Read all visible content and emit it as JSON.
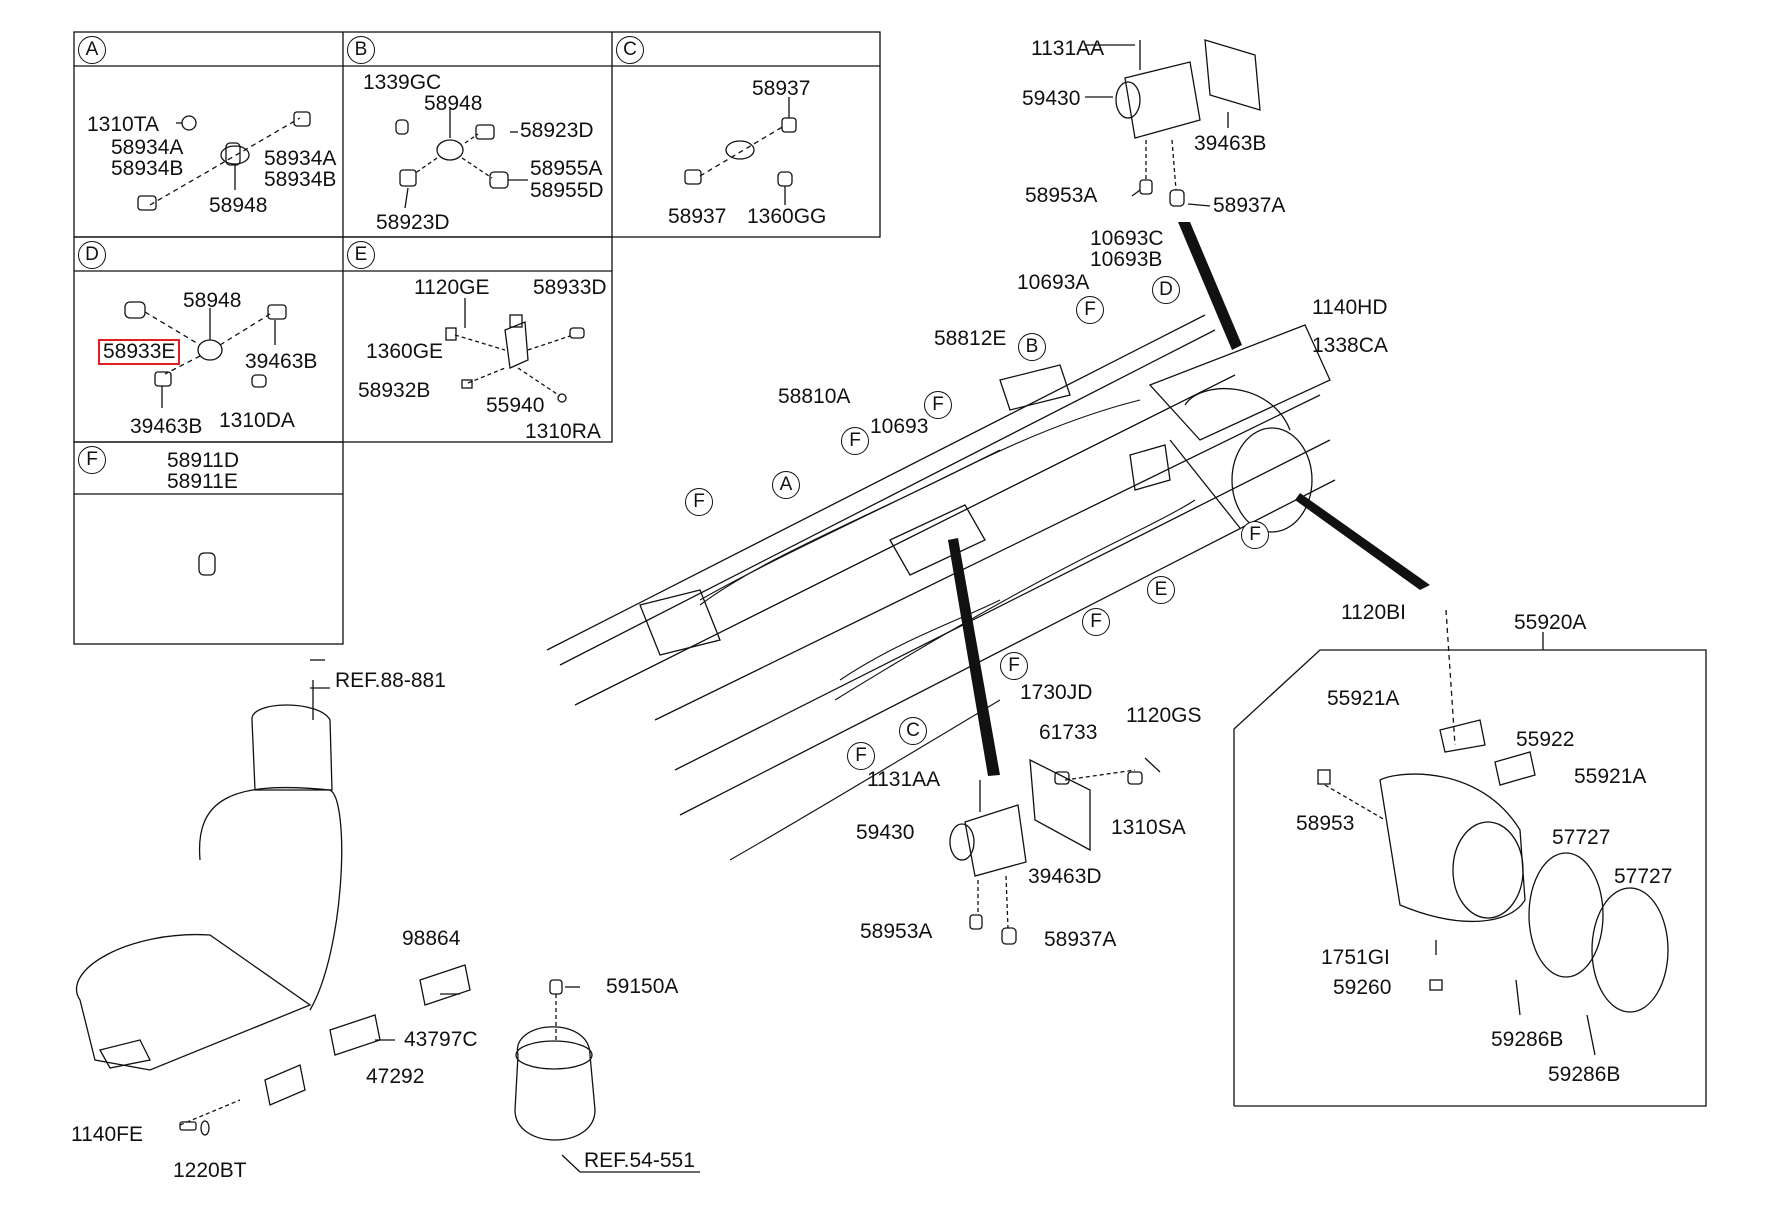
{
  "diagram": {
    "highlighted_part": "58933E",
    "highlight_color": "#e02020",
    "line_color": "#111111",
    "background": "#ffffff"
  },
  "panels": {
    "a": {
      "letter": "A",
      "parts": [
        "1310TA",
        "58934A",
        "58934B",
        "58934A",
        "58934B",
        "58948"
      ]
    },
    "b": {
      "letter": "B",
      "parts": [
        "1339GC",
        "58948",
        "58923D",
        "58955A",
        "58955D",
        "58923D"
      ]
    },
    "c": {
      "letter": "C",
      "parts": [
        "58937",
        "58937",
        "1360GG"
      ]
    },
    "d": {
      "letter": "D",
      "parts": [
        "58948",
        "58933E",
        "39463B",
        "39463B",
        "1310DA"
      ]
    },
    "e": {
      "letter": "E",
      "parts": [
        "1120GE",
        "58933D",
        "1360GE",
        "58932B",
        "55940",
        "1310RA"
      ]
    },
    "f": {
      "letter": "F",
      "parts": [
        "58911D",
        "58911E"
      ]
    }
  },
  "main": {
    "top_valve": [
      "1131AA",
      "59430",
      "39463B",
      "58953A",
      "58937A"
    ],
    "frame": [
      "10693C",
      "10693B",
      "10693A",
      "1140HD",
      "1338CA",
      "58812E",
      "58810A",
      "10693",
      "1730JD"
    ],
    "callouts": [
      "F",
      "B",
      "D",
      "A",
      "E",
      "C"
    ],
    "lower_valve": [
      "61733",
      "1120GS",
      "1131AA",
      "59430",
      "1310SA",
      "39463D",
      "58953A",
      "58937A"
    ],
    "seat": [
      "REF.88-881",
      "98864",
      "43797C",
      "47292",
      "1140FE",
      "1220BT"
    ],
    "air_spring": [
      "59150A",
      "REF.54-551"
    ],
    "tank_box": [
      "1120BI",
      "55920A",
      "55921A",
      "55922",
      "55921A",
      "58953",
      "57727",
      "57727",
      "1751GI",
      "59260",
      "59286B",
      "59286B"
    ]
  }
}
